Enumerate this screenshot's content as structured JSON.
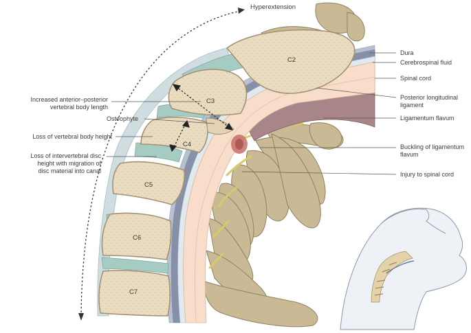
{
  "title": "Hyperextension",
  "vertebrae": [
    "C2",
    "C3",
    "C4",
    "C5",
    "C6",
    "C7"
  ],
  "left_labels": [
    {
      "id": "length",
      "lines": [
        "Increased anterior–posterior",
        "vertebral body length"
      ]
    },
    {
      "id": "osteophyte",
      "lines": [
        "Osteophyte"
      ]
    },
    {
      "id": "height",
      "lines": [
        "Loss of vertebral body height"
      ]
    },
    {
      "id": "disc",
      "lines": [
        "Loss of intervertebral disc",
        "height with migration of",
        "disc material into canal"
      ]
    }
  ],
  "right_labels": [
    {
      "id": "dura",
      "lines": [
        "Dura"
      ]
    },
    {
      "id": "csf",
      "lines": [
        "Cerebrospinal fluid"
      ]
    },
    {
      "id": "cord",
      "lines": [
        "Spinal cord"
      ]
    },
    {
      "id": "pll",
      "lines": [
        "Posterior longitudinal",
        "ligament"
      ]
    },
    {
      "id": "flavum",
      "lines": [
        "Ligamentum flavum"
      ]
    },
    {
      "id": "buckling",
      "lines": [
        "Buckling of ligamentum",
        "flavum"
      ]
    },
    {
      "id": "injury",
      "lines": [
        "Injury to spinal cord"
      ]
    }
  ],
  "colors": {
    "bone": "#e9dcc0",
    "bone_edge": "#a99a78",
    "disc": "#a9ccc4",
    "cord": "#f7dcc8",
    "dura": "#7d87a3",
    "flavum": "#b07e86",
    "posterior_bone": "#c8b994",
    "nerve": "#e8dc8a",
    "injury": "#c9736a",
    "leader": "#555555"
  }
}
